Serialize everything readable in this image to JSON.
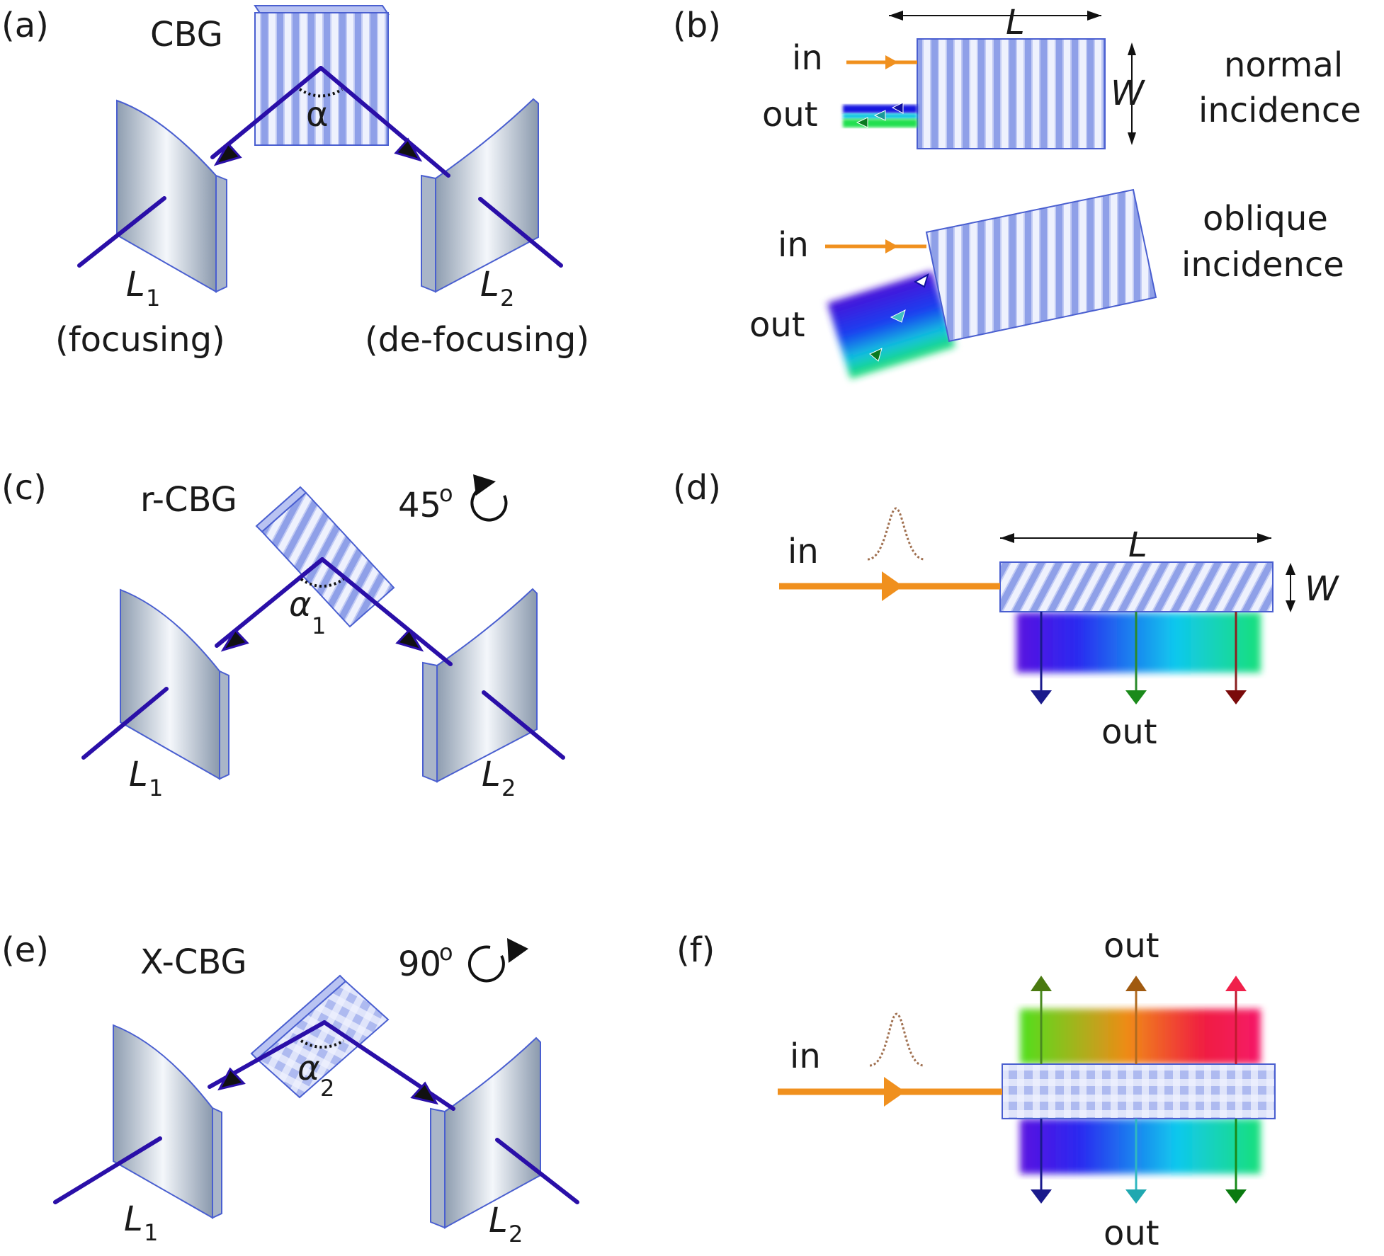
{
  "panel_labels": {
    "a": "(a)",
    "b": "(b)",
    "c": "(c)",
    "d": "(d)",
    "e": "(e)",
    "f": "(f)"
  },
  "panel_a": {
    "grating_label": "CBG",
    "angle": "α",
    "l1": "L",
    "l1_sub": "1",
    "l1_role": "(focusing)",
    "l2": "L",
    "l2_sub": "2",
    "l2_role": "(de-focusing)"
  },
  "panel_b": {
    "in": "in",
    "out": "out",
    "length": "L",
    "width": "W",
    "normal_1": "normal",
    "normal_2": "incidence",
    "oblique_1": "oblique",
    "oblique_2": "incidence",
    "in2": "in",
    "out2": "out"
  },
  "panel_c": {
    "grating_label": "r-CBG",
    "rotation": "45",
    "degree": "o",
    "angle": "α",
    "angle_sub": "1",
    "l1": "L",
    "l1_sub": "1",
    "l2": "L",
    "l2_sub": "2"
  },
  "panel_d": {
    "in": "in",
    "out": "out",
    "length": "L",
    "width": "W"
  },
  "panel_e": {
    "grating_label": "X-CBG",
    "rotation": "90",
    "degree": "o",
    "angle": "α",
    "angle_sub": "2",
    "l1": "L",
    "l1_sub": "1",
    "l2": "L",
    "l2_sub": "2"
  },
  "panel_f": {
    "in": "in",
    "out_top": "out",
    "out_bottom": "out"
  },
  "colors": {
    "beam": "#2a0fa8",
    "input": "#f0901e",
    "grating": "#8f9ee6",
    "grating_edge": "#4a5fd0",
    "mirror_dark": "#8e9db0",
    "mirror_light": "#f4f7fb"
  }
}
